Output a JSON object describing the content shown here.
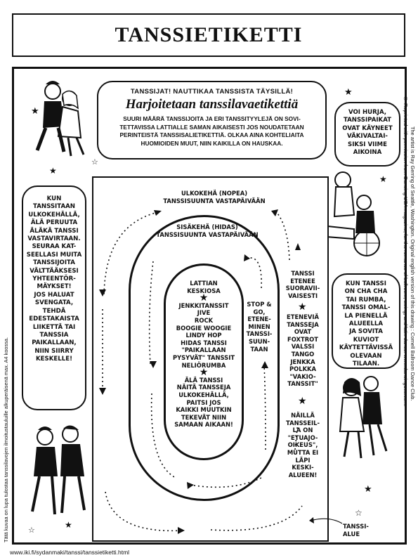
{
  "title": "TANSSIETIKETTI",
  "intro": {
    "header": "TANSSIJAT! NAUTTIKAA TANSSISTA TÄYSILLÄ!",
    "subtitle": "Harjoitetaan tanssilavaetikettiä",
    "body": [
      "SUURI MÄÄRÄ TANSSIJOITA JA ERI TANSSITYYLEJÄ ON SOVI-",
      "TETTAVISSA LATTIALLE SAMAN AIKAISESTI JOS NOUDATETAAN",
      "PERINTEISTÄ TANSSISALIETIKETTIÄ. OLKAA AINA KOHTELIAITA",
      "HUOMIOIDEN MUUT, NIIN KAIKILLA ON HAUSKAA."
    ]
  },
  "bubble_crashed": [
    "VOI HURJA,",
    "TANSSIPAIKAT",
    "OVAT KÄYNEET",
    "VÄKIVALTAI-",
    "SIKSI VIIME",
    "AIKOINA"
  ],
  "bubble_left": [
    "KUN",
    "TANSSITAAN",
    "ULKOKEHÄLLÄ,",
    "ÄLÄ PERUUTA",
    "ÄLÄKÄ TANSSI",
    "VASTAVIRTAAN.",
    "SEURAA KAT-",
    "SEELLASI MUITA",
    "TANSSIJOITA",
    "VÄLTTÄÄKSESI",
    "YHTEENTÖR-",
    "MÄYKSET!",
    "JOS HALUAT",
    "SVENGATA,",
    "TEHDÄ",
    "EDESTAKAISTA",
    "LIIKETTÄ TAI",
    "TANSSIA",
    "PAIKALLAAN,",
    "NIIN SIIRRY",
    "KESKELLE!"
  ],
  "bubble_right": [
    "KUN TANSSI",
    "ON CHA CHA",
    "TAI RUMBA,",
    "TANSSI OMAL-",
    "LA PIENELLÄ",
    "ALUEELLA",
    "JA SOVITA",
    "KUVIOT",
    "KÄYTETTÄVISSÄ",
    "OLEVAAN",
    "TILAAN."
  ],
  "floor": {
    "outer_label": [
      "ULKOKEHÄ (NOPEA)",
      "TANSSISUUNTA VASTAPÄIVÄÄN"
    ],
    "inner_label": [
      "SISÄKEHÄ (HIDAS)",
      "TANSSISUUNTA VASTAPÄIVÄÄN"
    ],
    "center_title": [
      "LATTIAN",
      "KESKIOSA"
    ],
    "center_dances": [
      "JENKKITANSSIT",
      "JIVE",
      "ROCK",
      "BOOGIE WOOGIE",
      "LINDY HOP",
      "HIDAS TANSSI",
      "\"PAIKALLAAN",
      "PYSYVÄT\" TANSSIT",
      "NELIÖRUMBA"
    ],
    "center_warning": [
      "ÄLÄ TANSSI",
      "NÄITÄ TANSSEJA",
      "ULKOKEHÄLLÄ,",
      "PAITSI JOS",
      "KAIKKI MUUTKIN",
      "TEKEVÄT NIIN",
      "SAMAAN AIKAAN!"
    ],
    "stop_go": [
      "STOP &",
      "GO,",
      "ETENE-",
      "MINEN",
      "TANSSI-",
      "SUUN-",
      "TAAN"
    ],
    "forward": [
      "TANSSI",
      "ETENEE",
      "SUORAVII-",
      "VAISESTI"
    ],
    "progressive": [
      "ETENEVIÄ",
      "TANSSEJA",
      "OVAT",
      "FOXTROT",
      "VALSSI",
      "TANGO",
      "JENKKA",
      "POLKKA",
      "\"VAKIO-",
      "TANSSIT\""
    ],
    "these_dances": [
      "NÄILLÄ",
      "TANSSEIL-",
      "LA ON",
      "\"ETUAJO-",
      "OIKEUS\",",
      "MUTTA EI",
      "LÄPI",
      "KESKI-",
      "ALUEEN!"
    ],
    "zone_label": [
      "TANSSI-",
      "ALUE"
    ]
  },
  "side_left": "Tätä kuvaa on lupa tulostaa tanssilavojen ilmoitustauluille alkuperäisenä max. A4 koossa.",
  "side_right_1": "© Reprinted with permission from Dancing USA magazine, for the romance of ballroom, swing, and latin dance: www.dancingusa.com.",
  "side_right_2": "The artist is Ray Gerring of Seattle, Washington. Original english version of this drawing : Cornell Ballroom Dance Club.",
  "footer_url": "www.iki.fi/sydanmaki/tanssi/tanssietiketti.html"
}
